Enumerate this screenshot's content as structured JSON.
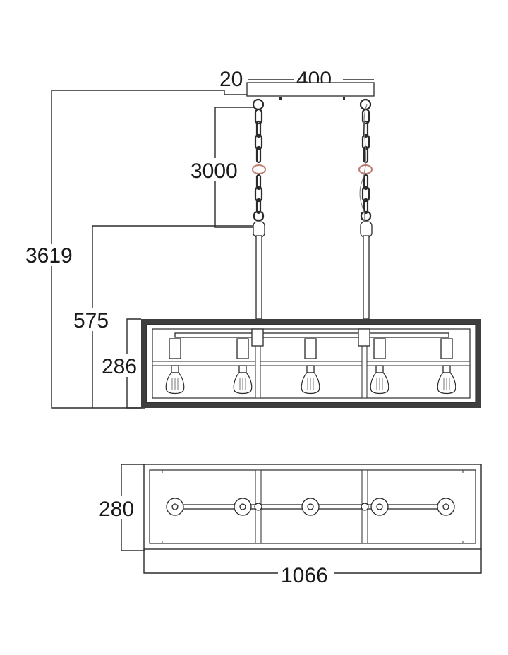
{
  "dimensions": {
    "canopy_offset": "20",
    "canopy_width": "400",
    "chain_length": "3000",
    "overall_height": "3619",
    "fixture_drop": "575",
    "frame_height": "286",
    "frame_depth": "280",
    "frame_length": "1066"
  },
  "colors": {
    "line": "#2b2b2b",
    "wood_frame": "#3e3e3e",
    "chain_clamp": "#c07a70"
  }
}
